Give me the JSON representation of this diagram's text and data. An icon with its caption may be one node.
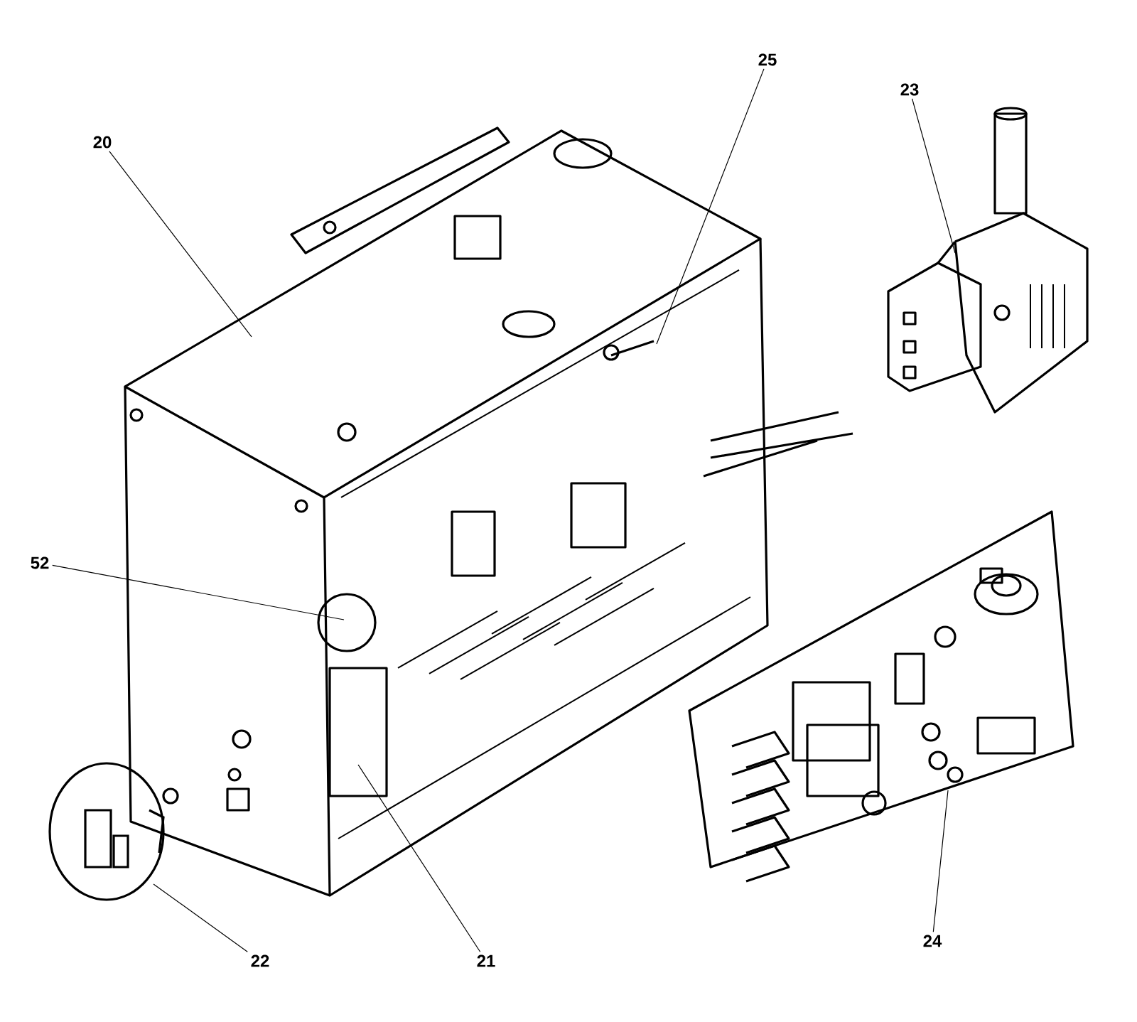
{
  "diagram": {
    "nodes": [
      {
        "text": [
          "25"
        ]
      },
      {
        "text": [
          "23"
        ]
      },
      {
        "text": [
          "20"
        ]
      },
      {
        "text": [
          "52"
        ]
      },
      {
        "text": [
          "24"
        ]
      },
      {
        "text": [
          "22"
        ]
      },
      {
        "text": [
          "21"
        ]
      }
    ],
    "edges": [
      {
        "from": 0,
        "to": null,
        "arrow": "none"
      },
      {
        "from": 1,
        "to": null,
        "arrow": "none"
      },
      {
        "from": 2,
        "to": null,
        "arrow": "none"
      },
      {
        "from": 3,
        "to": null,
        "arrow": "none"
      },
      {
        "from": 4,
        "to": null,
        "arrow": "none"
      },
      {
        "from": 5,
        "to": null,
        "arrow": "none"
      },
      {
        "from": 6,
        "to": null,
        "arrow": "none"
      }
    ]
  }
}
